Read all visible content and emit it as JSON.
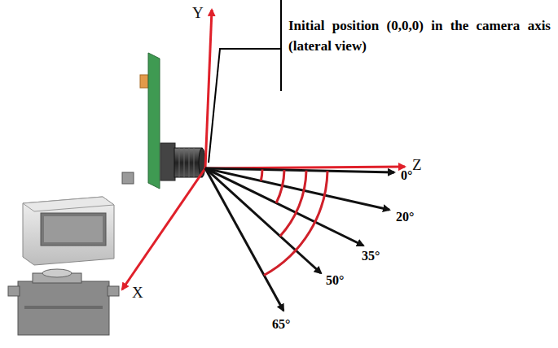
{
  "diagram": {
    "labels": [
      "Initial position (0,0,0) in the camera axis (lateral view)",
      "Y",
      "Z",
      "0°",
      "20°",
      "35°",
      "50°",
      "X",
      "65°"
    ]
  }
}
